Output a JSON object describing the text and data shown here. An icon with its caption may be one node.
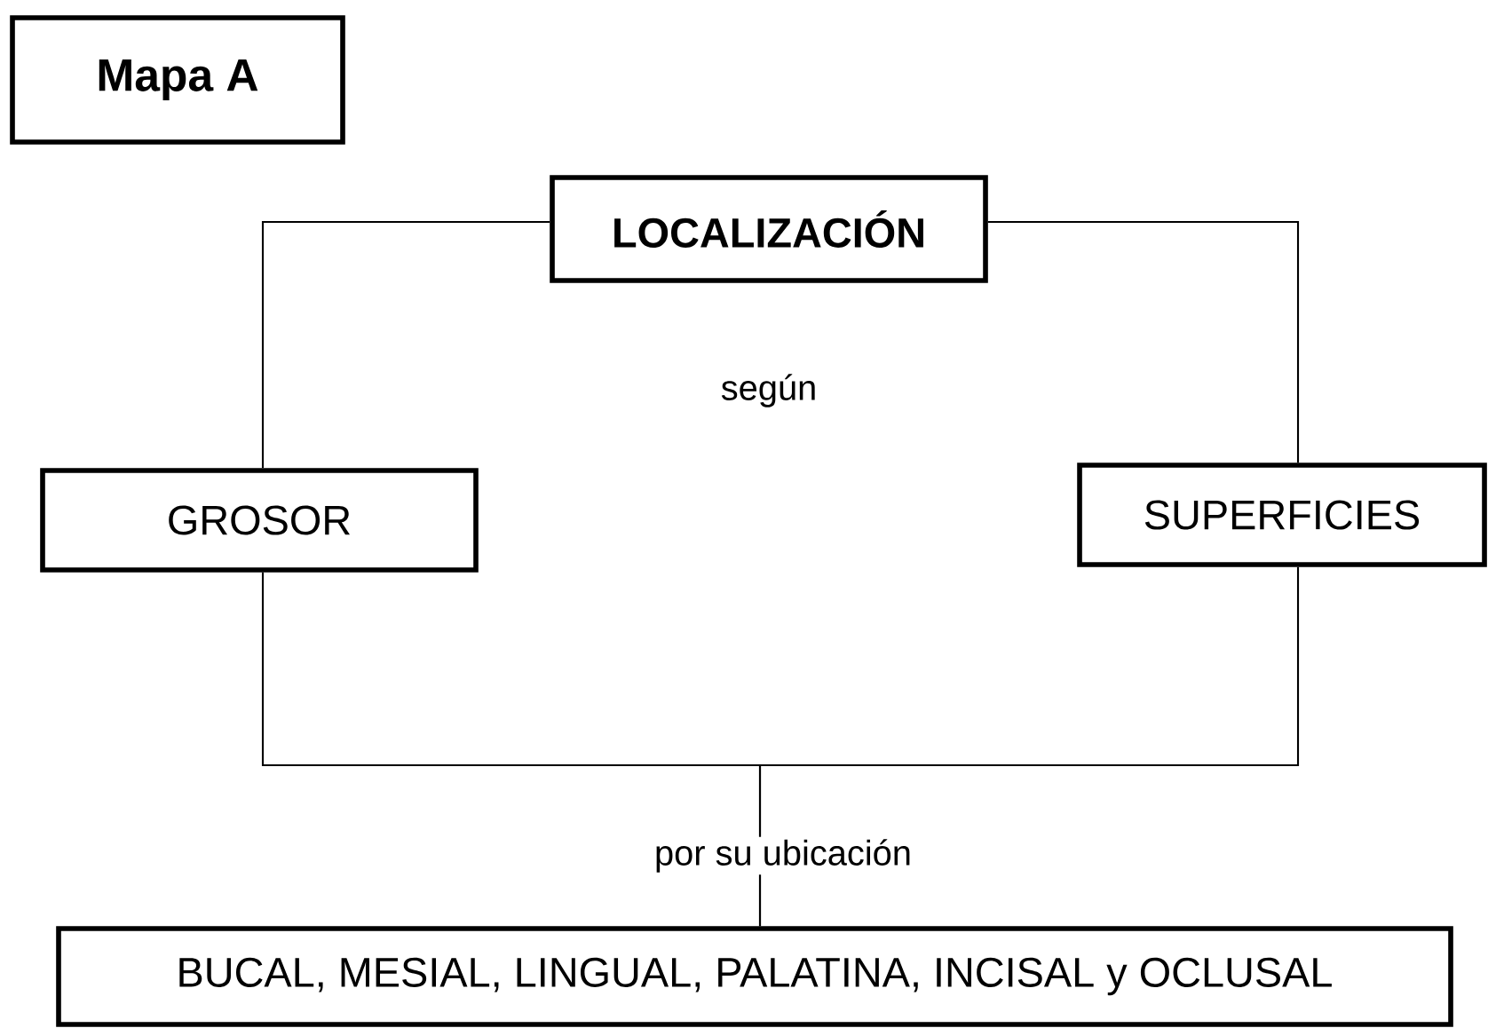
{
  "diagram": {
    "nodes": [
      {
        "text": [
          "Mapa A"
        ]
      },
      {
        "text": [
          "LOCALIZACIÓN"
        ]
      },
      {
        "text": [
          "GROSOR"
        ]
      },
      {
        "text": [
          "SUPERFICIES"
        ]
      },
      {
        "text": [
          "BUCAL, MESIAL, LINGUAL, PALATINA, INCISAL y OCLUSAL"
        ]
      }
    ],
    "edges": [
      {
        "from": 1,
        "to": 2,
        "arrow": "none"
      },
      {
        "from": 1,
        "to": 3,
        "arrow": "none"
      },
      {
        "from": 2,
        "to": 4,
        "arrow": "none",
        "label": "por su ubicación"
      },
      {
        "from": 3,
        "to": 4,
        "arrow": "none"
      }
    ],
    "labels": [
      "según"
    ]
  }
}
